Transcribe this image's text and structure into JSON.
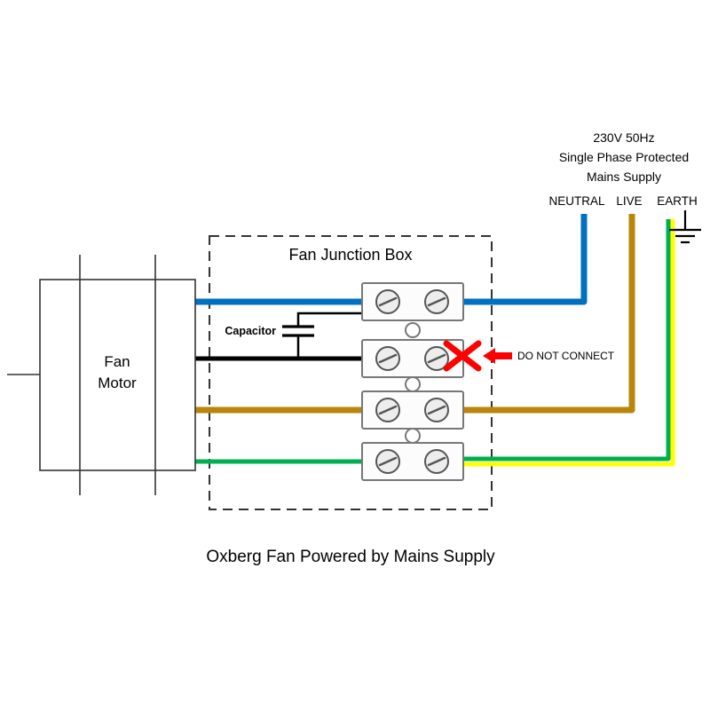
{
  "caption": "Oxberg Fan Powered by Mains Supply",
  "motor": {
    "line1": "Fan",
    "line2": "Motor"
  },
  "junction_box": {
    "label": "Fan Junction Box"
  },
  "capacitor": {
    "label": "Capacitor"
  },
  "warning": {
    "label": "DO NOT CONNECT"
  },
  "supply": {
    "heading1": "230V 50Hz",
    "heading2": "Single Phase Protected",
    "heading3": "Mains Supply",
    "neutral": "NEUTRAL",
    "live": "LIVE",
    "earth": "EARTH"
  },
  "colors": {
    "neutral": "#0070C0",
    "live": "#B8860B",
    "earth_green": "#00B050",
    "earth_yellow": "#FFFF00",
    "black": "#000000",
    "warning": "#FF0000"
  }
}
